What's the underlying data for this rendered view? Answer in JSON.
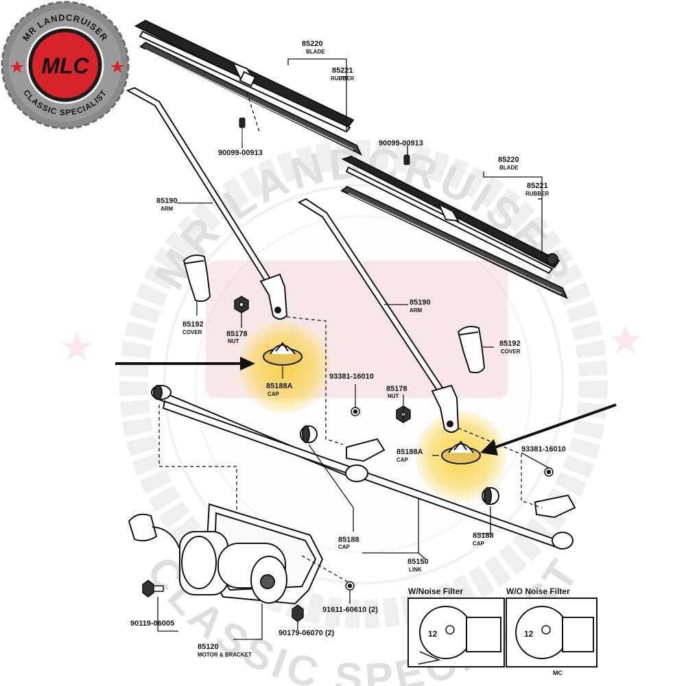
{
  "logo": {
    "ring_text_top": "MR LANDCRUISER",
    "ring_text_bottom": "CLASSIC SPECIALIST",
    "monogram": "MLC",
    "accent": "#d8232a",
    "ring_color": "#777777"
  },
  "watermark": {
    "text_top": "MR LANDCRUISER",
    "text_bottom": "CLASSIC SPECIALIST"
  },
  "highlight_color": "#f5c400",
  "parts": {
    "blade_top": {
      "num": "85220",
      "name": "BLADE"
    },
    "rubber_top": {
      "num": "85221",
      "name": "RUBBER"
    },
    "screw_top": {
      "num": "90099-00913"
    },
    "screw_right": {
      "num": "90099-00913"
    },
    "blade_right": {
      "num": "85220",
      "name": "BLADE"
    },
    "rubber_right": {
      "num": "85221",
      "name": "RUBBER"
    },
    "arm_left": {
      "num": "85190",
      "name": "ARM"
    },
    "arm_right": {
      "num": "85190",
      "name": "ARM"
    },
    "cover_left": {
      "num": "85192",
      "name": "COVER"
    },
    "cover_right": {
      "num": "85192",
      "name": "COVER"
    },
    "nut_left": {
      "num": "85178",
      "name": "NUT"
    },
    "nut_right": {
      "num": "85178",
      "name": "NUT"
    },
    "cap_a_left": {
      "num": "85188A",
      "name": "CAP"
    },
    "cap_a_right": {
      "num": "85188A",
      "name": "CAP"
    },
    "washer_left": {
      "num": "93381-16010"
    },
    "washer_right": {
      "num": "93381-16010"
    },
    "cap_left": {
      "num": "85188",
      "name": "CAP"
    },
    "cap_right": {
      "num": "85188",
      "name": "CAP"
    },
    "link": {
      "num": "85150",
      "name": "LINK"
    },
    "motor": {
      "num": "85120",
      "name": "MOTOR & BRACKET"
    },
    "bolt": {
      "num": "90119-06005"
    },
    "nut_motor": {
      "num": "90179-06070 (2)"
    },
    "washer_motor": {
      "num": "91611-60610 (2)"
    }
  },
  "insets": {
    "with_filter": "W/Noise Filter",
    "without_filter": "W/O Noise Filter",
    "code": "MC",
    "pin_label": "12"
  }
}
